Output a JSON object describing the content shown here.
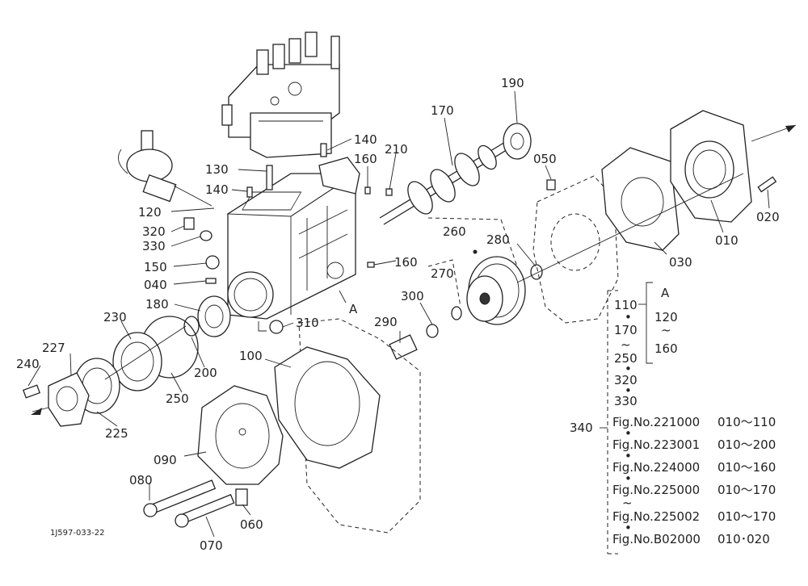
{
  "diagram_code": "1J597-033-22",
  "callouts": [
    {
      "id": "190",
      "text": "190"
    },
    {
      "id": "170",
      "text": "170"
    },
    {
      "id": "140a",
      "text": "140"
    },
    {
      "id": "210",
      "text": "210"
    },
    {
      "id": "160a",
      "text": "160"
    },
    {
      "id": "130",
      "text": "130"
    },
    {
      "id": "140b",
      "text": "140"
    },
    {
      "id": "120",
      "text": "120"
    },
    {
      "id": "320",
      "text": "320"
    },
    {
      "id": "330",
      "text": "330"
    },
    {
      "id": "150",
      "text": "150"
    },
    {
      "id": "040",
      "text": "040"
    },
    {
      "id": "160b",
      "text": "160"
    },
    {
      "id": "180",
      "text": "180"
    },
    {
      "id": "A",
      "text": "A"
    },
    {
      "id": "310",
      "text": "310"
    },
    {
      "id": "230",
      "text": "230"
    },
    {
      "id": "227",
      "text": "227"
    },
    {
      "id": "240",
      "text": "240"
    },
    {
      "id": "200",
      "text": "200"
    },
    {
      "id": "250",
      "text": "250"
    },
    {
      "id": "225",
      "text": "225"
    },
    {
      "id": "100",
      "text": "100"
    },
    {
      "id": "090",
      "text": "090"
    },
    {
      "id": "080",
      "text": "080"
    },
    {
      "id": "070",
      "text": "070"
    },
    {
      "id": "060",
      "text": "060"
    },
    {
      "id": "290",
      "text": "290"
    },
    {
      "id": "300",
      "text": "300"
    },
    {
      "id": "270",
      "text": "270"
    },
    {
      "id": "260",
      "text": "260"
    },
    {
      "id": "280",
      "text": "280"
    },
    {
      "id": "050",
      "text": "050"
    },
    {
      "id": "030",
      "text": "030"
    },
    {
      "id": "010",
      "text": "010"
    },
    {
      "id": "020",
      "text": "020"
    }
  ],
  "legend": {
    "group_a": {
      "label": "A",
      "items": [
        "120",
        "~",
        "160"
      ]
    },
    "items": [
      "110",
      "•",
      "170",
      "~",
      "250",
      "•",
      "320",
      "•",
      "330"
    ],
    "assembly": "340",
    "figures": [
      {
        "fig": "Fig.No.221000",
        "range": "010～110"
      },
      {
        "fig": "Fig.No.223001",
        "range": "010～200"
      },
      {
        "fig": "Fig.No.224000",
        "range": "010～160"
      },
      {
        "fig": "Fig.No.225000",
        "range": "010～170"
      },
      {
        "fig": "Fig.No.225002",
        "range": "010～170"
      },
      {
        "fig": "Fig.No.B02000",
        "range": "010･020"
      }
    ],
    "fig_separators": [
      "•",
      "•",
      "•",
      "~",
      "•"
    ]
  }
}
